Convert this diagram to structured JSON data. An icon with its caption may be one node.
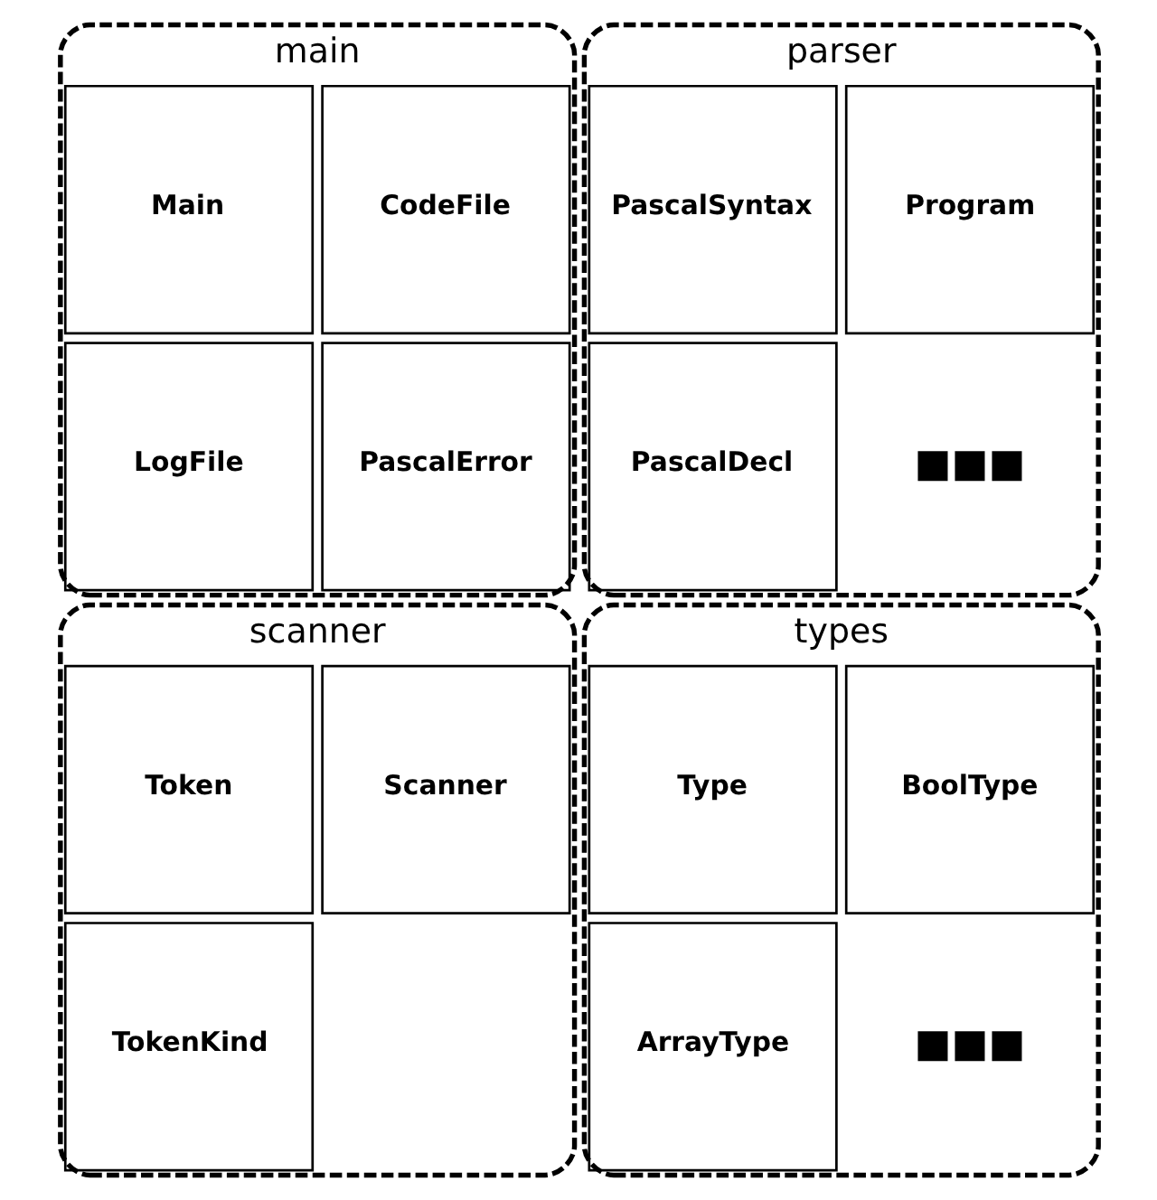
{
  "diagram": {
    "nodes": [
      {
        "text": [
          "main"
        ]
      },
      {
        "text": [
          "Main"
        ],
        "in": 0
      },
      {
        "text": [
          "LogFile"
        ],
        "in": 0
      },
      {
        "text": [
          "CodeFile"
        ],
        "in": 0
      },
      {
        "text": [
          "PascalError"
        ],
        "in": 0
      },
      {
        "text": [
          "scanner"
        ]
      },
      {
        "text": [
          "Token"
        ],
        "in": 5
      },
      {
        "text": [
          "TokenKind"
        ],
        "in": 5
      },
      {
        "text": [
          "Scanner"
        ],
        "in": 5
      },
      {
        "text": [
          "parser"
        ]
      },
      {
        "text": [
          "PascalSyntax"
        ],
        "in": 9
      },
      {
        "text": [
          "PascalDecl"
        ],
        "in": 9
      },
      {
        "text": [
          "Program"
        ],
        "in": 9
      },
      {
        "text": [
          "■■■"
        ],
        "in": 9
      },
      {
        "text": [
          "types"
        ]
      },
      {
        "text": [
          "Type"
        ],
        "in": 14
      },
      {
        "text": [
          "ArrayType"
        ],
        "in": 14
      },
      {
        "text": [
          "BoolType"
        ],
        "in": 14
      },
      {
        "text": [
          "■■■"
        ],
        "in": 14
      }
    ],
    "edges": []
  }
}
